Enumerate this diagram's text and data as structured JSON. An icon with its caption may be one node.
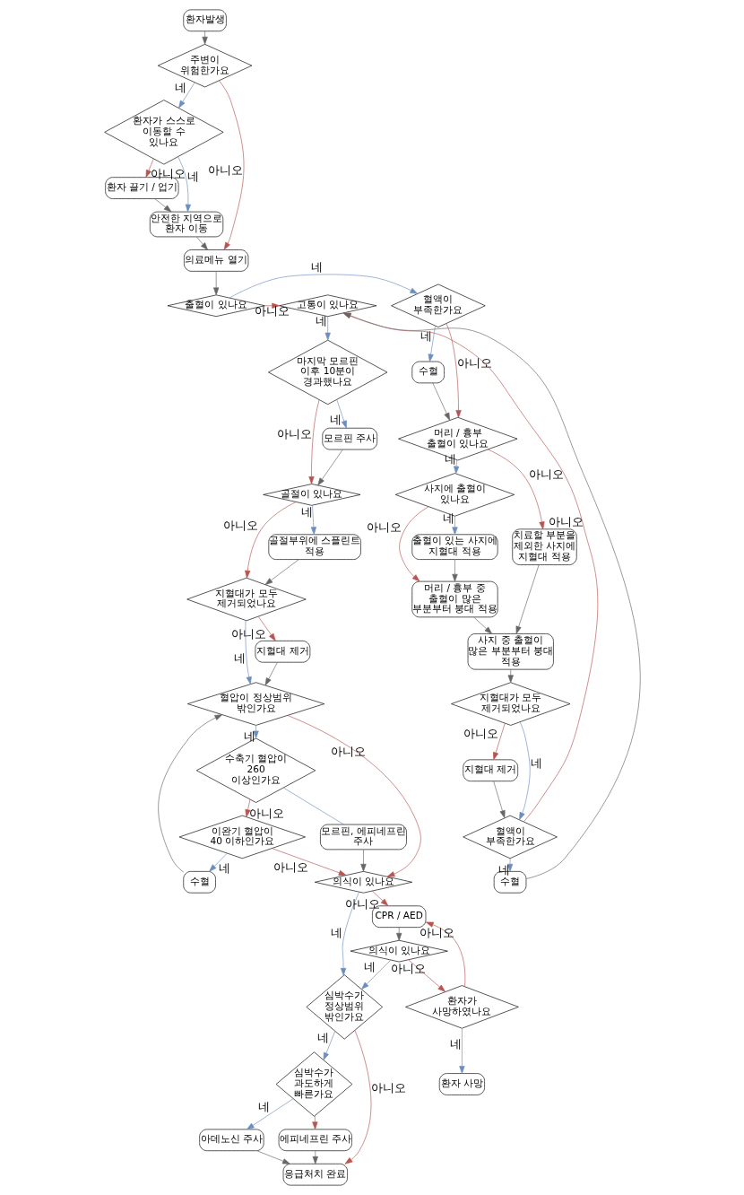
{
  "diagram": {
    "nodes": [
      {
        "text": [
          "환자발생"
        ]
      },
      {
        "text": [
          "주변이 위험한가요"
        ]
      },
      {
        "text": [
          "환자가 스스로 이동할 수 있나요"
        ]
      },
      {
        "text": [
          "환자 끌기 / 업기"
        ]
      },
      {
        "text": [
          "안전한 지역으로 환자 이동"
        ]
      },
      {
        "text": [
          "의료메뉴 열기"
        ]
      },
      {
        "text": [
          "출혈이 있나요"
        ]
      },
      {
        "text": [
          "혈액이 부족한가요"
        ]
      },
      {
        "text": [
          "고통이 있나요"
        ]
      },
      {
        "text": [
          "수혈"
        ]
      },
      {
        "text": [
          "머리 / 흉부 출혈이 있나요"
        ]
      },
      {
        "text": [
          "사지에 출혈이 있나요"
        ]
      },
      {
        "text": [
          "마지막 모르핀 이후 10분이 경과했나요"
        ]
      },
      {
        "text": [
          "출혈이 있는 사지에 지혈대 적용"
        ]
      },
      {
        "text": [
          "모르핀 주사"
        ]
      },
      {
        "text": [
          "머리 / 흉부 중 출혈이 많은 부분부터 붕대 적용"
        ]
      },
      {
        "text": [
          "골절이 있나요"
        ]
      },
      {
        "text": [
          "사지 중 출혈이 많은 부분부터 붕대 적용"
        ]
      },
      {
        "text": [
          "치료할 부분을 제외한 사지에 지혈대 적용"
        ]
      },
      {
        "text": [
          "골절부위에 스플린트 적용"
        ]
      },
      {
        "text": [
          "지혈대가 모두 제거되었나요"
        ]
      },
      {
        "text": [
          "지혈대가 모두 제거되었나요"
        ]
      },
      {
        "text": [
          "지혈대 제거"
        ]
      },
      {
        "text": [
          "지혈대 제거"
        ]
      },
      {
        "text": [
          "혈액이 부족한가요"
        ]
      },
      {
        "text": [
          "혈압이 정상범위 밖인가요"
        ]
      },
      {
        "text": [
          "수혈"
        ]
      },
      {
        "text": [
          "응급처치 완료"
        ]
      },
      {
        "text": [
          "수혈"
        ]
      },
      {
        "text": [
          "심박수가 정상범위 밖인가요"
        ]
      },
      {
        "text": [
          "의식이 있나요"
        ]
      },
      {
        "text": [
          "수축기 혈압이 260 이상인가요"
        ]
      },
      {
        "text": [
          "이완기 혈압이 40 이하인가요"
        ]
      },
      {
        "text": [
          "아데노신 주사"
        ]
      },
      {
        "text": [
          "모르핀, 에피네프린 주사"
        ]
      },
      {
        "text": [
          "심박수가 과도하게 빠른가요"
        ]
      },
      {
        "text": [
          "CPR / AED"
        ]
      },
      {
        "text": [
          "에피네프린 주사"
        ]
      },
      {
        "text": [
          "의식이 있나요"
        ]
      },
      {
        "text": [
          "환자가 사망하였나요"
        ]
      },
      {
        "text": [
          "환자 사망"
        ]
      }
    ],
    "edges": [
      {
        "from": 0,
        "to": 1,
        "arrow": "to"
      },
      {
        "from": 1,
        "to": 2,
        "arrow": "to",
        "label": "네",
        "color": "#6c8ebf"
      },
      {
        "from": 1,
        "to": 5,
        "arrow": "to",
        "label": "아니오",
        "color": "#b85450"
      },
      {
        "from": 2,
        "to": 3,
        "arrow": "to",
        "label": "아니오",
        "color": "#b85450"
      },
      {
        "from": 2,
        "to": 4,
        "arrow": "to",
        "label": "네",
        "color": "#6c8ebf"
      },
      {
        "from": 3,
        "to": 4,
        "arrow": "to"
      },
      {
        "from": 4,
        "to": 5,
        "arrow": "to"
      },
      {
        "from": 5,
        "to": 6,
        "arrow": "to"
      },
      {
        "from": 6,
        "to": 7,
        "arrow": "to",
        "label": "네",
        "color": "#6c8ebf"
      },
      {
        "from": 6,
        "to": 8,
        "arrow": "to",
        "label": "아니오",
        "color": "#b85450"
      },
      {
        "from": 7,
        "to": 9,
        "arrow": "to",
        "label": "네",
        "color": "#6c8ebf"
      },
      {
        "from": 7,
        "to": 10,
        "arrow": "to",
        "label": "아니오",
        "color": "#b85450"
      },
      {
        "from": 9,
        "to": 10,
        "arrow": "to"
      },
      {
        "from": 10,
        "to": 11,
        "arrow": "to",
        "label": "네",
        "color": "#6c8ebf"
      },
      {
        "from": 10,
        "to": 18,
        "arrow": "to",
        "label": "아니오",
        "color": "#b85450"
      },
      {
        "from": 11,
        "to": 13,
        "arrow": "to",
        "label": "네",
        "color": "#6c8ebf"
      },
      {
        "from": 11,
        "to": 15,
        "arrow": "to",
        "label": "아니오",
        "color": "#b85450"
      },
      {
        "from": 13,
        "to": 15,
        "arrow": "to"
      },
      {
        "from": 15,
        "to": 17,
        "arrow": "to"
      },
      {
        "from": 18,
        "to": 17,
        "arrow": "to"
      },
      {
        "from": 17,
        "to": 20,
        "arrow": "to"
      },
      {
        "from": 20,
        "to": 24,
        "arrow": "to",
        "label": "네",
        "color": "#6c8ebf"
      },
      {
        "from": 20,
        "to": 22,
        "arrow": "to",
        "label": "아니오",
        "color": "#b85450"
      },
      {
        "from": 22,
        "to": 24,
        "arrow": "to"
      },
      {
        "from": 24,
        "to": 8,
        "arrow": "to",
        "label": "아니오",
        "color": "#b85450"
      },
      {
        "from": 24,
        "to": 28,
        "arrow": "to",
        "label": "네",
        "color": "#6c8ebf"
      },
      {
        "from": 28,
        "to": 8,
        "arrow": "to"
      },
      {
        "from": 8,
        "to": 12,
        "arrow": "to",
        "label": "네",
        "color": "#6c8ebf"
      },
      {
        "from": 12,
        "to": 14,
        "arrow": "to",
        "label": "네",
        "color": "#6c8ebf"
      },
      {
        "from": 12,
        "to": 16,
        "arrow": "to",
        "label": "아니오",
        "color": "#b85450"
      },
      {
        "from": 14,
        "to": 16,
        "arrow": "to"
      },
      {
        "from": 16,
        "to": 19,
        "arrow": "to",
        "label": "네",
        "color": "#6c8ebf"
      },
      {
        "from": 16,
        "to": 21,
        "arrow": "to",
        "label": "아니오",
        "color": "#b85450"
      },
      {
        "from": 19,
        "to": 21,
        "arrow": "to"
      },
      {
        "from": 21,
        "to": 25,
        "arrow": "to",
        "label": "네",
        "color": "#6c8ebf"
      },
      {
        "from": 21,
        "to": 23,
        "arrow": "to",
        "label": "아니오",
        "color": "#b85450"
      },
      {
        "from": 23,
        "to": 25,
        "arrow": "to"
      },
      {
        "from": 26,
        "to": 25,
        "arrow": "to"
      },
      {
        "from": 25,
        "to": 30,
        "arrow": "to",
        "label": "아니오",
        "color": "#b85450"
      },
      {
        "from": 25,
        "to": 31,
        "arrow": "to",
        "label": "네",
        "color": "#6c8ebf"
      },
      {
        "from": 31,
        "to": 32,
        "arrow": "to",
        "label": "아니오",
        "color": "#b85450"
      },
      {
        "from": 31,
        "to": 34,
        "arrow": "none",
        "color": "#6c8ebf"
      },
      {
        "from": 34,
        "to": 30,
        "arrow": "to"
      },
      {
        "from": 32,
        "to": 26,
        "arrow": "to",
        "label": "네",
        "color": "#6c8ebf"
      },
      {
        "from": 32,
        "to": 30,
        "arrow": "to",
        "label": "아니오",
        "color": "#b85450"
      },
      {
        "from": 30,
        "to": 29,
        "arrow": "to",
        "label": "네",
        "color": "#6c8ebf"
      },
      {
        "from": 30,
        "to": 36,
        "arrow": "to",
        "label": "아니오",
        "color": "#b85450"
      },
      {
        "from": 29,
        "to": 27,
        "arrow": "to",
        "label": "아니오",
        "color": "#b85450"
      },
      {
        "from": 33,
        "to": 27,
        "arrow": "to"
      },
      {
        "from": 29,
        "to": 35,
        "arrow": "to",
        "label": "네",
        "color": "#6c8ebf"
      },
      {
        "from": 35,
        "to": 33,
        "arrow": "to",
        "label": "네",
        "color": "#6c8ebf"
      },
      {
        "from": 35,
        "to": 37,
        "arrow": "to",
        "color": "#b85450"
      },
      {
        "from": 37,
        "to": 27,
        "arrow": "to"
      },
      {
        "from": 36,
        "to": 38,
        "arrow": "to"
      },
      {
        "from": 38,
        "to": 29,
        "arrow": "to",
        "label": "네",
        "color": "#6c8ebf"
      },
      {
        "from": 38,
        "to": 39,
        "arrow": "to",
        "label": "아니오",
        "color": "#b85450"
      },
      {
        "from": 39,
        "to": 36,
        "arrow": "to",
        "label": "아니오",
        "color": "#b85450"
      },
      {
        "from": 39,
        "to": 40,
        "arrow": "to",
        "label": "네",
        "color": "#6c8ebf"
      }
    ]
  }
}
